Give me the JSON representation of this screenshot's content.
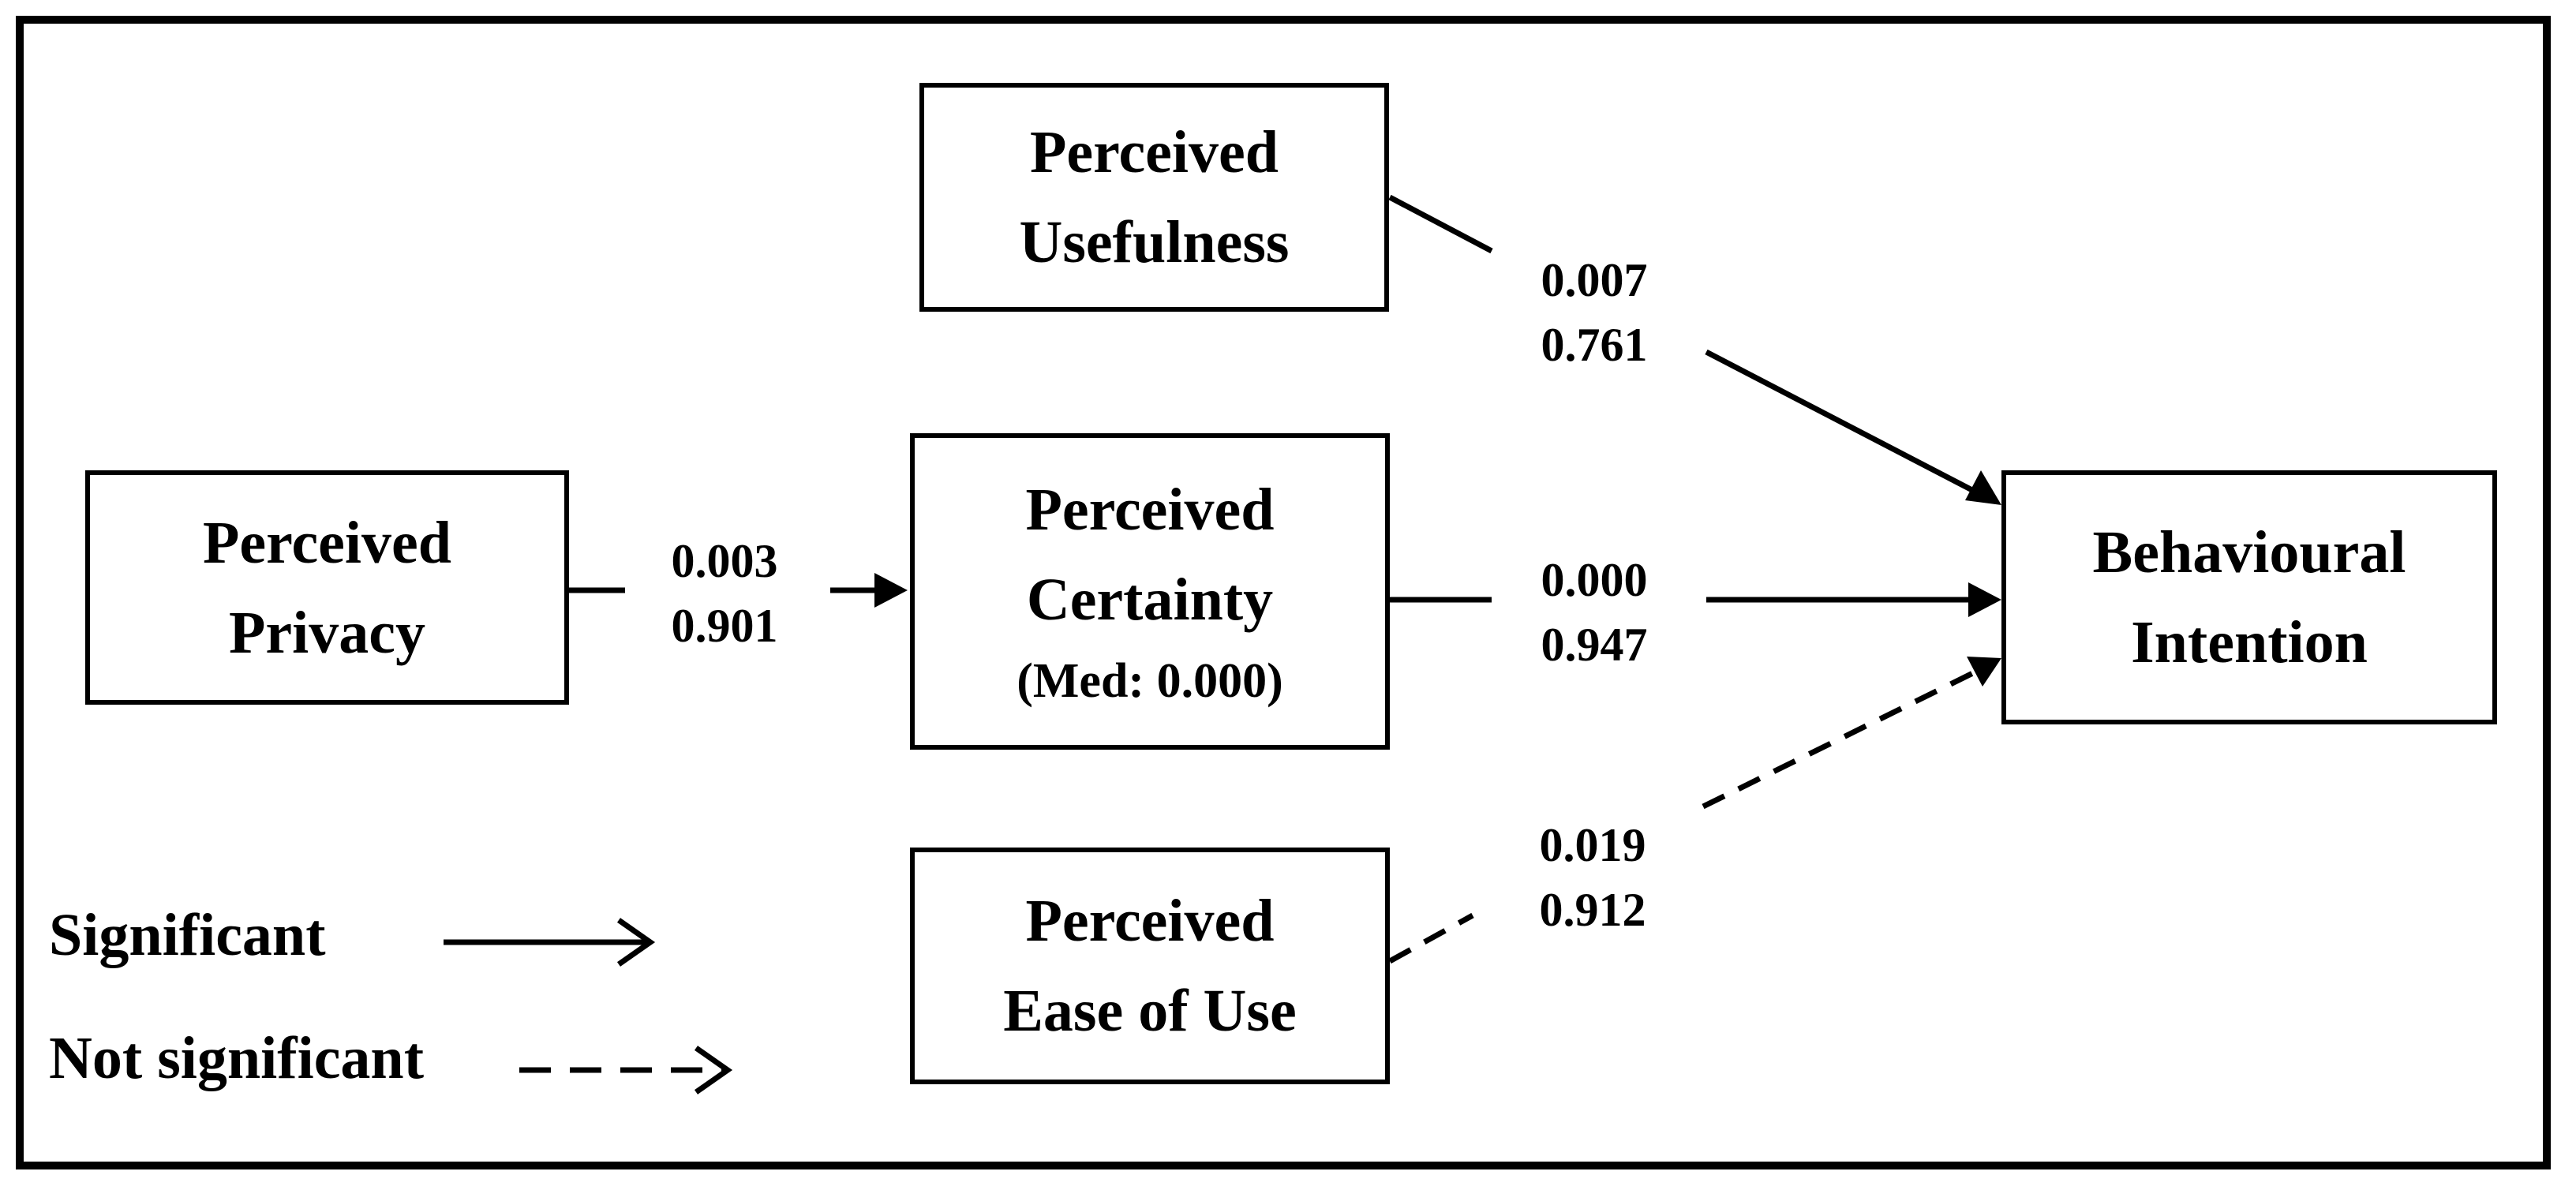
{
  "nodes": {
    "perceived_usefulness": {
      "line1": "Perceived",
      "line2": "Usefulness"
    },
    "perceived_privacy": {
      "line1": "Perceived",
      "line2": "Privacy"
    },
    "perceived_certainty": {
      "line1": "Perceived",
      "line2": "Certainty",
      "note": "(Med: 0.000)"
    },
    "perceived_ease_of_use": {
      "line1": "Perceived",
      "line2": "Ease of Use"
    },
    "behavioural_intention": {
      "line1": "Behavioural",
      "line2": "Intention"
    }
  },
  "paths": {
    "privacy_to_certainty": {
      "p_value": "0.003",
      "coefficient": "0.901",
      "significant": true
    },
    "usefulness_to_intention": {
      "p_value": "0.007",
      "coefficient": "0.761",
      "significant": true
    },
    "certainty_to_intention": {
      "p_value": "0.000",
      "coefficient": "0.947",
      "significant": true
    },
    "ease_of_use_to_intention": {
      "p_value": "0.019",
      "coefficient": "0.912",
      "significant": false
    }
  },
  "legend": {
    "significant": "Significant",
    "not_significant": "Not significant"
  },
  "colors": {
    "line": "#000000",
    "background": "#ffffff"
  }
}
